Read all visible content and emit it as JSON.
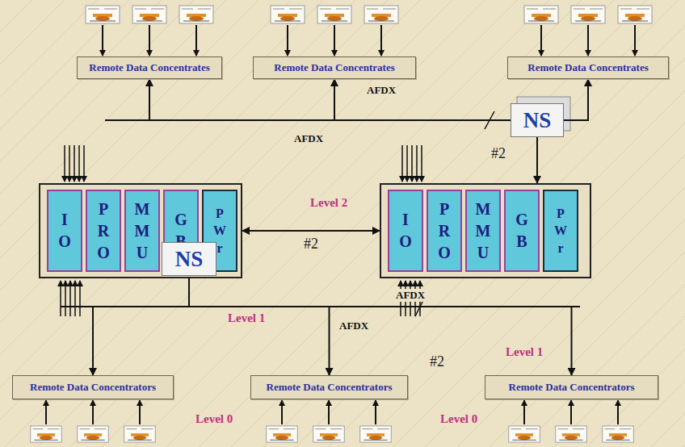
{
  "diagram": {
    "nodes": [
      {
        "text": [
          "Remote Data Concentrates"
        ]
      },
      {
        "text": [
          "Remote Data Concentrates"
        ]
      },
      {
        "text": [
          "Remote Data Concentrates"
        ]
      },
      {
        "text": [
          "NS"
        ]
      },
      {
        "text": []
      },
      {
        "text": [
          "IO"
        ],
        "in": 4
      },
      {
        "text": [
          "PRO"
        ],
        "in": 4
      },
      {
        "text": [
          "MMU"
        ],
        "in": 4
      },
      {
        "text": [
          "GB"
        ],
        "in": 4
      },
      {
        "text": [
          "PWr"
        ],
        "in": 4
      },
      {
        "text": []
      },
      {
        "text": [
          "IO"
        ],
        "in": 10
      },
      {
        "text": [
          "PRO"
        ],
        "in": 10
      },
      {
        "text": [
          "MMU"
        ],
        "in": 10
      },
      {
        "text": [
          "GB"
        ],
        "in": 10
      },
      {
        "text": [
          "PWr"
        ],
        "in": 10
      },
      {
        "text": [
          "NS"
        ]
      },
      {
        "text": [
          "Remote Data Concentrators"
        ]
      },
      {
        "text": [
          "Remote Data Concentrators"
        ]
      },
      {
        "text": [
          "Remote Data Concentrators"
        ]
      }
    ],
    "edges": [
      {
        "from": 3,
        "to": 0,
        "arrow": "to"
      },
      {
        "from": 3,
        "to": 1,
        "arrow": "to"
      },
      {
        "from": 3,
        "to": 2,
        "arrow": "to"
      },
      {
        "from": 3,
        "to": 10,
        "arrow": "to"
      },
      {
        "from": 4,
        "to": 10,
        "label": "#2",
        "arrow": "both"
      },
      {
        "from": 16,
        "to": 4,
        "arrow": "to"
      },
      {
        "from": 16,
        "to": 17,
        "arrow": "to"
      },
      {
        "from": 16,
        "to": 18,
        "arrow": "to"
      },
      {
        "from": 16,
        "to": 19,
        "arrow": "to"
      }
    ],
    "labels": [
      "AFDX",
      "AFDX",
      "#2",
      "Level 2",
      "AFDX",
      "Level 1",
      "AFDX",
      "Level 1",
      "#2",
      "Level 0",
      "Level 0"
    ]
  }
}
